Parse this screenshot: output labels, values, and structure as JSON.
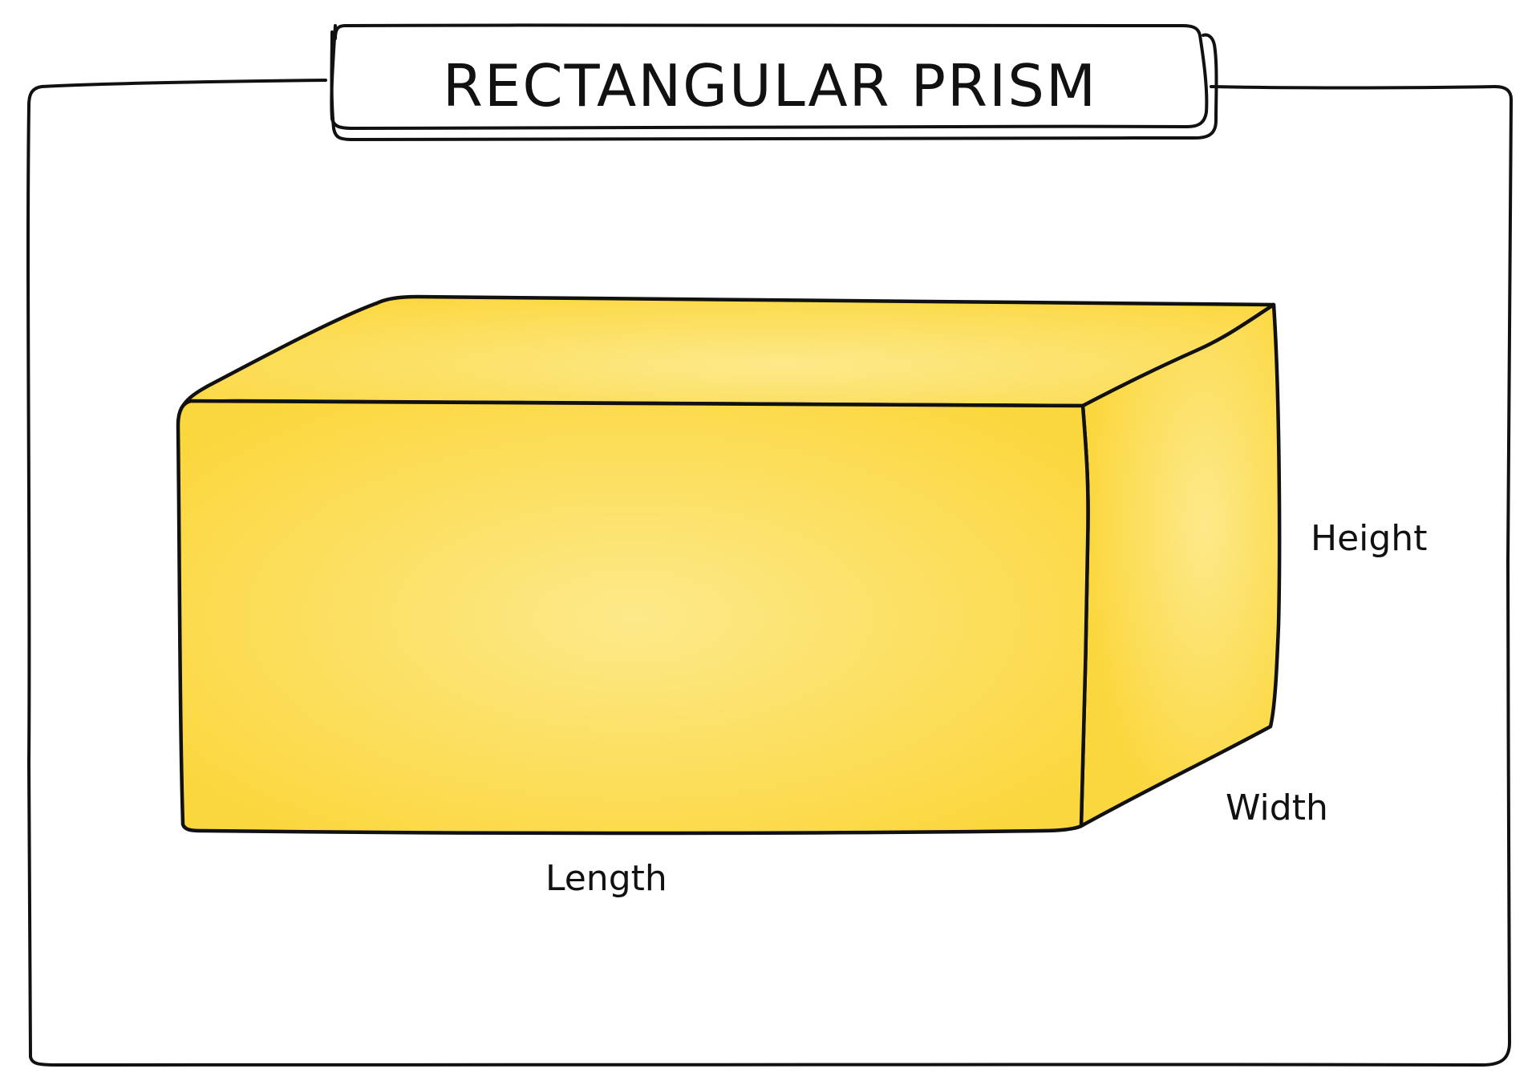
{
  "title": "RECTANGULAR PRISM",
  "dimensions": {
    "length": "Length",
    "width": "Width",
    "height": "Height"
  },
  "colors": {
    "face_light": "#fde98a",
    "face_dark": "#fbd73e",
    "outline": "#111111",
    "background": "#ffffff"
  }
}
